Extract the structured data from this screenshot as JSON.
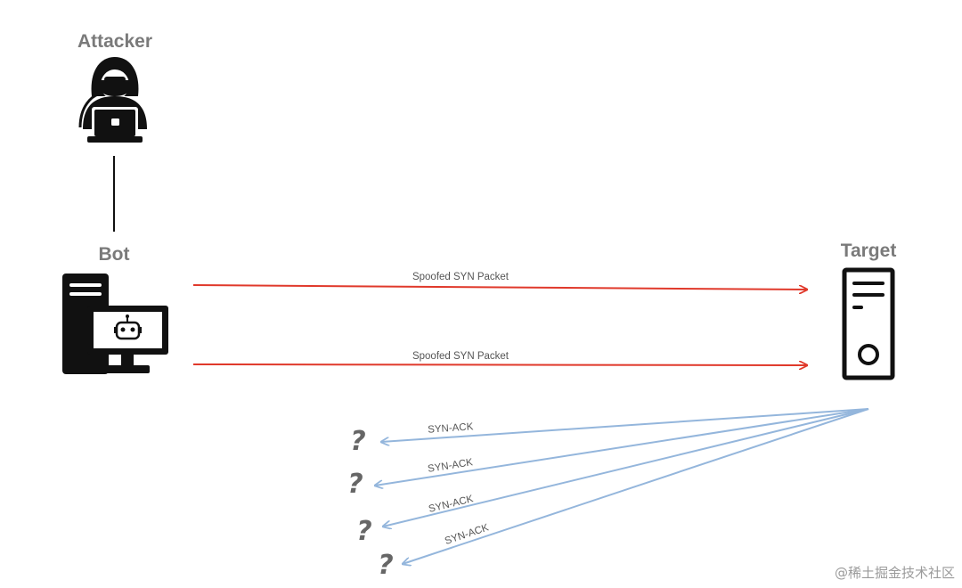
{
  "nodes": {
    "attacker": {
      "label": "Attacker",
      "icon": "hooded-hacker-laptop-icon"
    },
    "bot": {
      "label": "Bot",
      "icon": "computer-with-robot-icon"
    },
    "target": {
      "label": "Target",
      "icon": "server-tower-icon"
    }
  },
  "edges": {
    "syn": [
      {
        "label": "Spoofed SYN Packet",
        "color": "#e0392b"
      },
      {
        "label": "Spoofed SYN Packet",
        "color": "#e0392b"
      }
    ],
    "synack": [
      {
        "label": "SYN-ACK",
        "color": "#94b6dc"
      },
      {
        "label": "SYN-ACK",
        "color": "#94b6dc"
      },
      {
        "label": "SYN-ACK",
        "color": "#94b6dc"
      },
      {
        "label": "SYN-ACK",
        "color": "#94b6dc"
      }
    ]
  },
  "unknown_marks": [
    "?",
    "?",
    "?",
    "?"
  ],
  "watermark": "@稀土掘金技术社区"
}
